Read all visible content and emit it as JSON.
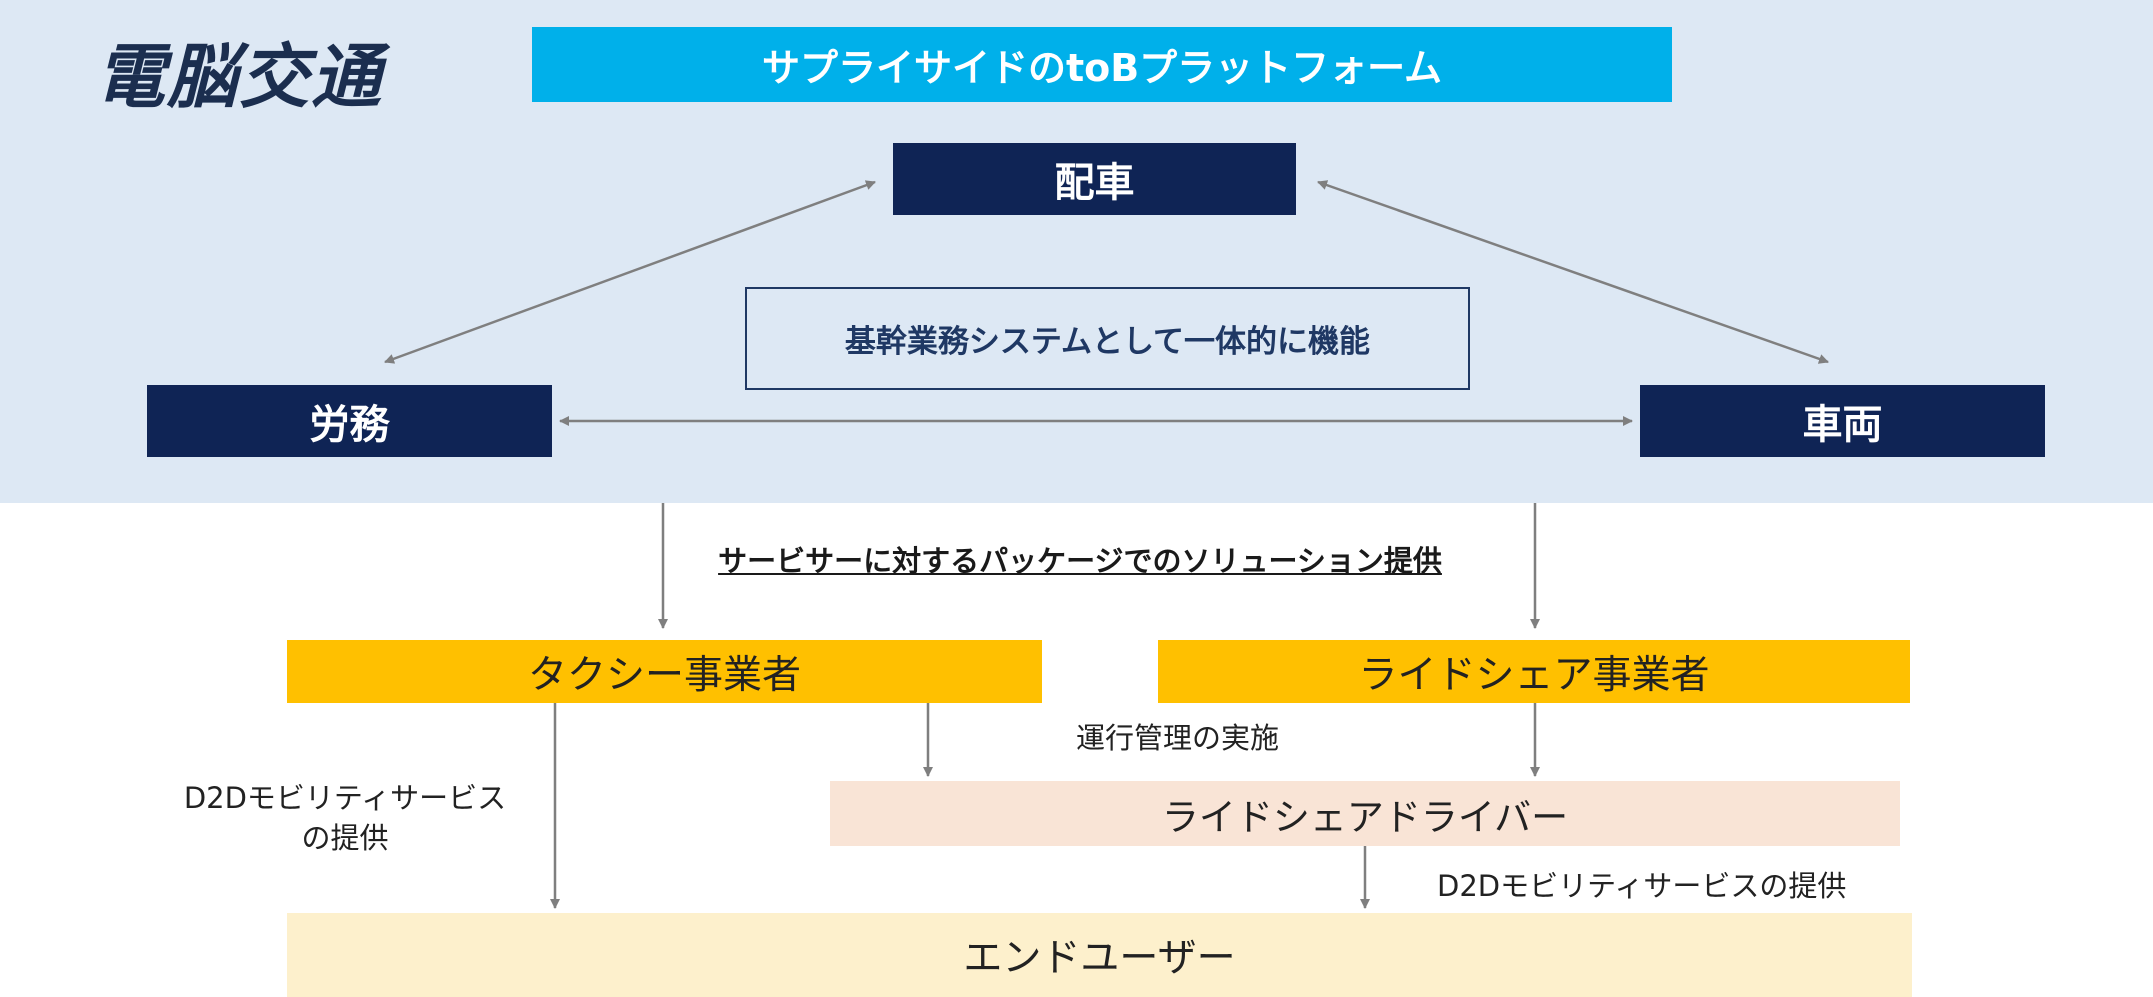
{
  "logo": "電脳交通",
  "banner": "サプライサイドのtoBプラットフォーム",
  "nodes": {
    "dispatch": "配車",
    "labor": "労務",
    "vehicle": "車両"
  },
  "core_system": "基幹業務システムとして一体的に機能",
  "package_note": "サービサーに対するパッケージでのソリューション提供",
  "providers": {
    "taxi": "タクシー事業者",
    "rideshare": "ライドシェア事業者"
  },
  "operation_note": "運行管理の実施",
  "driver": "ライドシェアドライバー",
  "d2d_note_left": [
    "D2Dモビリティサービス",
    "の提供"
  ],
  "d2d_note_right": "D2Dモビリティサービスの提供",
  "end_user": "エンドユーザー"
}
